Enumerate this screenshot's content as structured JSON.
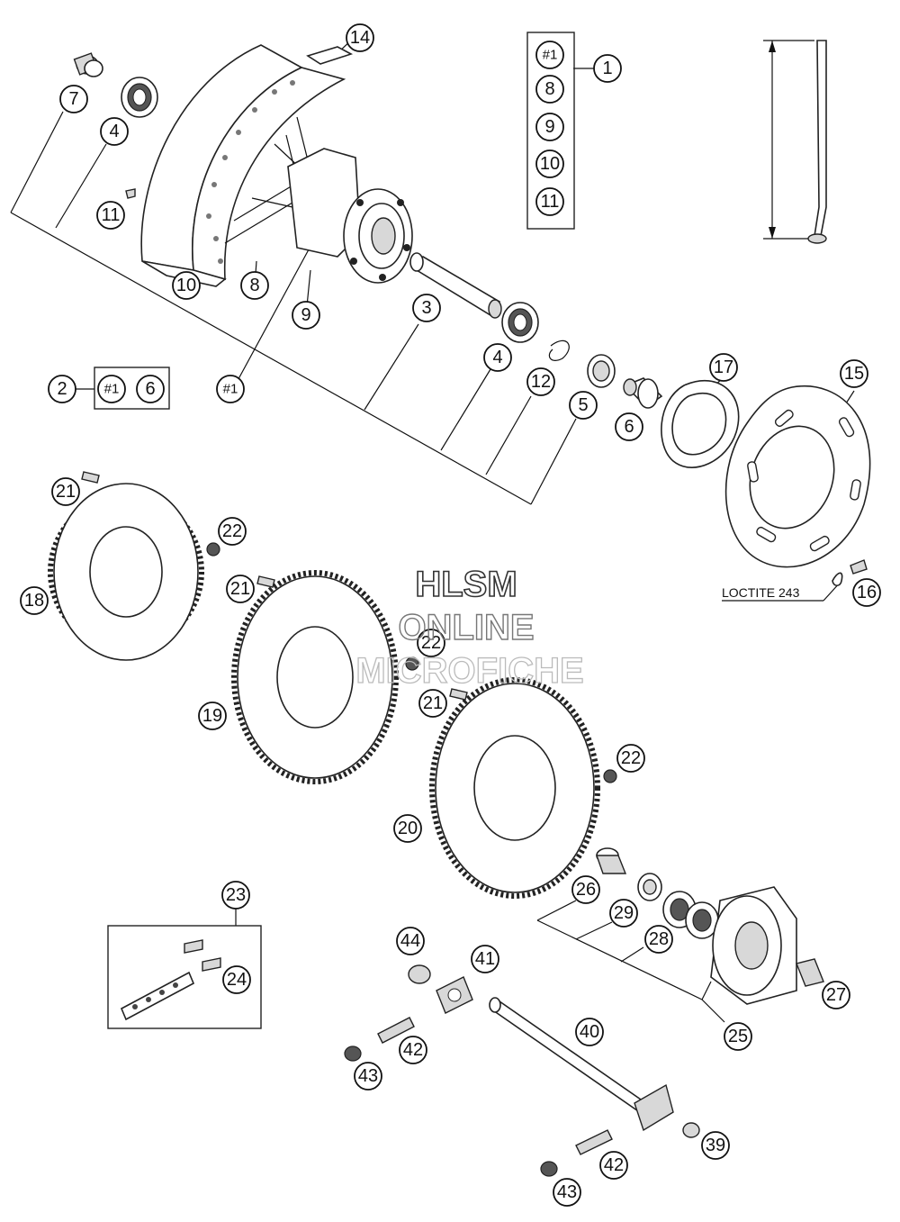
{
  "callouts": [
    {
      "id": "c1",
      "text": "1"
    },
    {
      "id": "c2",
      "text": "2"
    },
    {
      "id": "c3",
      "text": "3"
    },
    {
      "id": "c4a",
      "text": "4"
    },
    {
      "id": "c4b",
      "text": "4"
    },
    {
      "id": "c5",
      "text": "5"
    },
    {
      "id": "c6a",
      "text": "6"
    },
    {
      "id": "c6b",
      "text": "6"
    },
    {
      "id": "c7",
      "text": "7"
    },
    {
      "id": "c8a",
      "text": "8"
    },
    {
      "id": "c8b",
      "text": "8"
    },
    {
      "id": "c9a",
      "text": "9"
    },
    {
      "id": "c9b",
      "text": "9"
    },
    {
      "id": "c10a",
      "text": "10"
    },
    {
      "id": "c10b",
      "text": "10"
    },
    {
      "id": "c11a",
      "text": "11"
    },
    {
      "id": "c11b",
      "text": "11"
    },
    {
      "id": "c12",
      "text": "12"
    },
    {
      "id": "c14",
      "text": "14"
    },
    {
      "id": "c15",
      "text": "15"
    },
    {
      "id": "c16",
      "text": "16"
    },
    {
      "id": "c17",
      "text": "17"
    },
    {
      "id": "c18",
      "text": "18"
    },
    {
      "id": "c19",
      "text": "19"
    },
    {
      "id": "c20",
      "text": "20"
    },
    {
      "id": "c21a",
      "text": "21"
    },
    {
      "id": "c21b",
      "text": "21"
    },
    {
      "id": "c21c",
      "text": "21"
    },
    {
      "id": "c22a",
      "text": "22"
    },
    {
      "id": "c22b",
      "text": "22"
    },
    {
      "id": "c22c",
      "text": "22"
    },
    {
      "id": "c23",
      "text": "23"
    },
    {
      "id": "c24",
      "text": "24"
    },
    {
      "id": "c25",
      "text": "25"
    },
    {
      "id": "c26",
      "text": "26"
    },
    {
      "id": "c27",
      "text": "27"
    },
    {
      "id": "c28",
      "text": "28"
    },
    {
      "id": "c29",
      "text": "29"
    },
    {
      "id": "c39",
      "text": "39"
    },
    {
      "id": "c40",
      "text": "40"
    },
    {
      "id": "c41",
      "text": "41"
    },
    {
      "id": "c42a",
      "text": "42"
    },
    {
      "id": "c42b",
      "text": "42"
    },
    {
      "id": "c43a",
      "text": "43"
    },
    {
      "id": "c43b",
      "text": "43"
    },
    {
      "id": "c44",
      "text": "44"
    },
    {
      "id": "h1a",
      "text": "#1"
    },
    {
      "id": "h1b",
      "text": "#1"
    },
    {
      "id": "h1c",
      "text": "#1"
    }
  ],
  "notes": {
    "loctite": "LOCTITE 243"
  },
  "watermark": {
    "line1": "HLSM",
    "line2": "ONLINE",
    "line3": "MICROFICHE"
  }
}
